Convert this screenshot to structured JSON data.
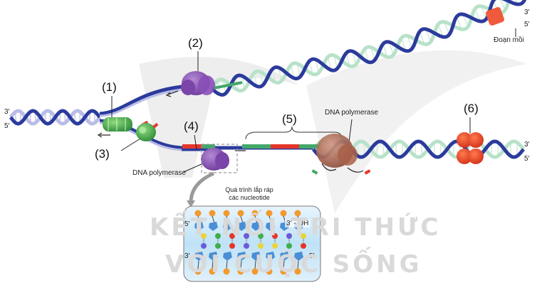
{
  "strand_ends": {
    "left_top": "3′",
    "left_bottom": "5′",
    "right_top_a": "3′",
    "right_top_b": "5′",
    "right_mid_a": "3′",
    "right_mid_b": "5′"
  },
  "labels": {
    "primer": "Đoạn mồi",
    "n1": "(1)",
    "n2": "(2)",
    "n3": "(3)",
    "n4": "(4)",
    "n5": "(5)",
    "n6": "(6)",
    "dna_polymerase_top": "DNA polymerase",
    "dna_polymerase_bottom": "DNA polymerase"
  },
  "inset": {
    "title_line1": "Quá trình lắp ráp",
    "title_line2": "các nucleotide",
    "end_5_left": "5′",
    "end_3_left": "3′",
    "end_5_right": "5′",
    "oh_label": "3′ - OH"
  },
  "watermark": {
    "line1": "KẾT NỐI TRI THỨC",
    "line2": "VỚI CUỘC SỐNG"
  },
  "colors": {
    "blue_strand": "#2b3b9c",
    "light_strand": "#b9bde6",
    "green_strand": "#43a86a",
    "mint_strand": "#b7e2c9",
    "primer_red": "#e5352b",
    "helicase_purple": "#8a4fb8",
    "clamp_green": "#3fae4a",
    "polymerase_brown": "#9c5a45",
    "ligase_orange": "#e8441f"
  }
}
